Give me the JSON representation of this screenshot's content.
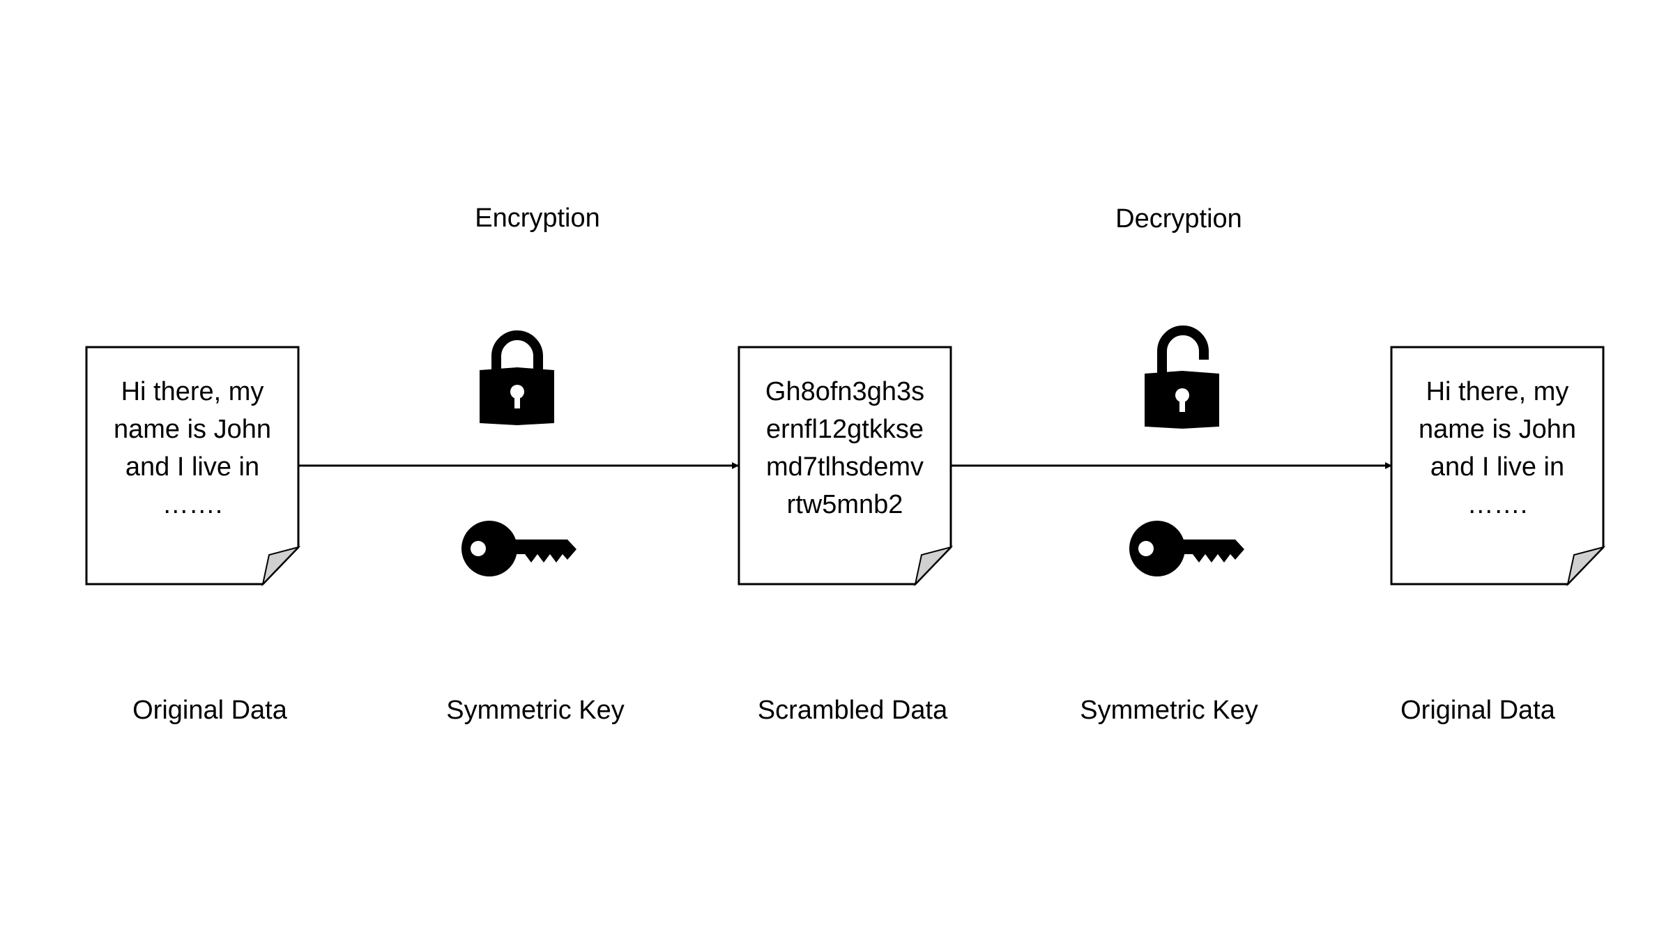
{
  "stages": {
    "encryption": "Encryption",
    "decryption": "Decryption"
  },
  "documents": [
    {
      "lines": [
        "Hi there, my",
        "name is John",
        "and I live in",
        "……."
      ],
      "caption": "Original Data"
    },
    {
      "lines": [
        "Gh8ofn3gh3s",
        "ernfl12gtkkse",
        "md7tlhsdemv",
        "rtw5mnb2"
      ],
      "caption": "Scrambled Data"
    },
    {
      "lines": [
        "Hi there, my",
        "name is John",
        "and I live in",
        "……."
      ],
      "caption": "Original Data"
    }
  ],
  "keys": [
    {
      "caption": "Symmetric Key",
      "lock_icon": "lock-closed-icon",
      "key_icon": "key-icon"
    },
    {
      "caption": "Symmetric Key",
      "lock_icon": "lock-open-icon",
      "key_icon": "key-icon"
    }
  ],
  "colors": {
    "line": "#000000",
    "fold": "#d0d0d0"
  }
}
